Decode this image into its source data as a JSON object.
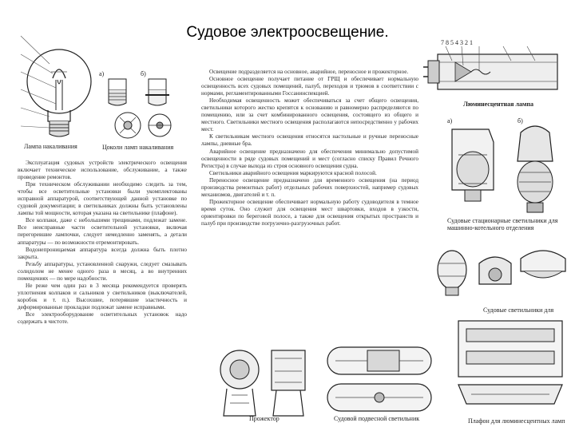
{
  "title": "Судовое электроосвещение.",
  "captions": {
    "incandescent_lamp": "Лампа накаливания",
    "lamp_bases": "Цоколи ламп накаливания",
    "fluorescent_lamp": "Люминесцентная лампа",
    "stationary_fixtures": "Судовые стационарные светильники для машинно-котельного отделения",
    "searchlight": "Прожектор",
    "deck_fixture": "Судовой подвесной светильник",
    "fixtures_title": "Судовые светильники для",
    "plafond": "Плафон для люминесцентных ламп"
  },
  "figure_letters": {
    "a": "а)",
    "b": "б)"
  },
  "tube_numbers": "7  8  5   4  3  2  1",
  "left_text": [
    "Эксплуатация судовых устройств электрического освещения включает техническое использование, обслуживание, а также проведение ремонтов.",
    "При техническом обслуживании необходимо следить за тем, чтобы все осветительные установки были укомплектованы исправной аппаратурой, соответствующей данной установке по судовой документации; в светильниках должны быть установлены лампы той мощности, которая указана на светильнике (плафоне).",
    "Все колпаки, даже с небольшими трещинами, подлежат замене. Все неисправные части осветительной установки, включая перегоревшие лампочки, следует немедленно заменять, а детали аппаратуры — по возможности отремонтировать.",
    "Водонепроницаемая аппаратура всегда должна быть плотно закрыта.",
    "Резьбу аппаратуры, установленной снаружи, следует смазывать солидолом не менее одного раза в месяц, а во внутренних помещениях — по мере надобности.",
    "Не реже чем один раз в 3 месяца рекомендуется проверять уплотнения колпаков и сальников у светильников (выключателей, коробок и т. п.). Высохшие, потерявшие эластичность и деформированные прокладки подлежат замене исправными.",
    "Все электрооборудование осветительных установок надо содержать в чистоте."
  ],
  "right_text": [
    "Освещение подразделяется на основное, аварийное, переносное и прожекторное.",
    "Основное освещение получает питание от ГРЩ и обеспечивает нормальную освещенность всех судовых помещений, палуб, переходов и трюмов в соответствии с нормами, регламентированными Госсанинспекцией.",
    "Необходимая освещенность может обеспечиваться за счет общего освещения, светильники которого жестко крепятся к основанию и равномерно распределяются по помещению, или за счет комбинированного освещения, состоящего из общего и местного. Светильники местного освещения располагаются непосредственно у рабочих мест.",
    "К светильникам местного освещения относятся настольные и ручные переносные лампы, дневные бра.",
    "Аварийное освещение предназначено для обеспечения минимально допустимой освещенности в ряде судовых помещений и мест (согласно списку Правил Речного Регистра) в случае выхода из строя основного освещения судна.",
    "Светильники аварийного освещения маркируются красной полосой.",
    "Переносное освещение предназначено для временного освещения (на период производства ремонтных работ) отдельных рабочих поверхностей, например судовых механизмов, двигателей и т. п.",
    "Прожекторное освещение обеспечивает нормальную работу судоводителя в темное время суток. Оно служит для освещения мест швартовки, входов в узкости, ориентировки по береговой полосе, а также для освещения открытых пространств и палуб при производстве погрузочно-разгрузочных работ."
  ]
}
